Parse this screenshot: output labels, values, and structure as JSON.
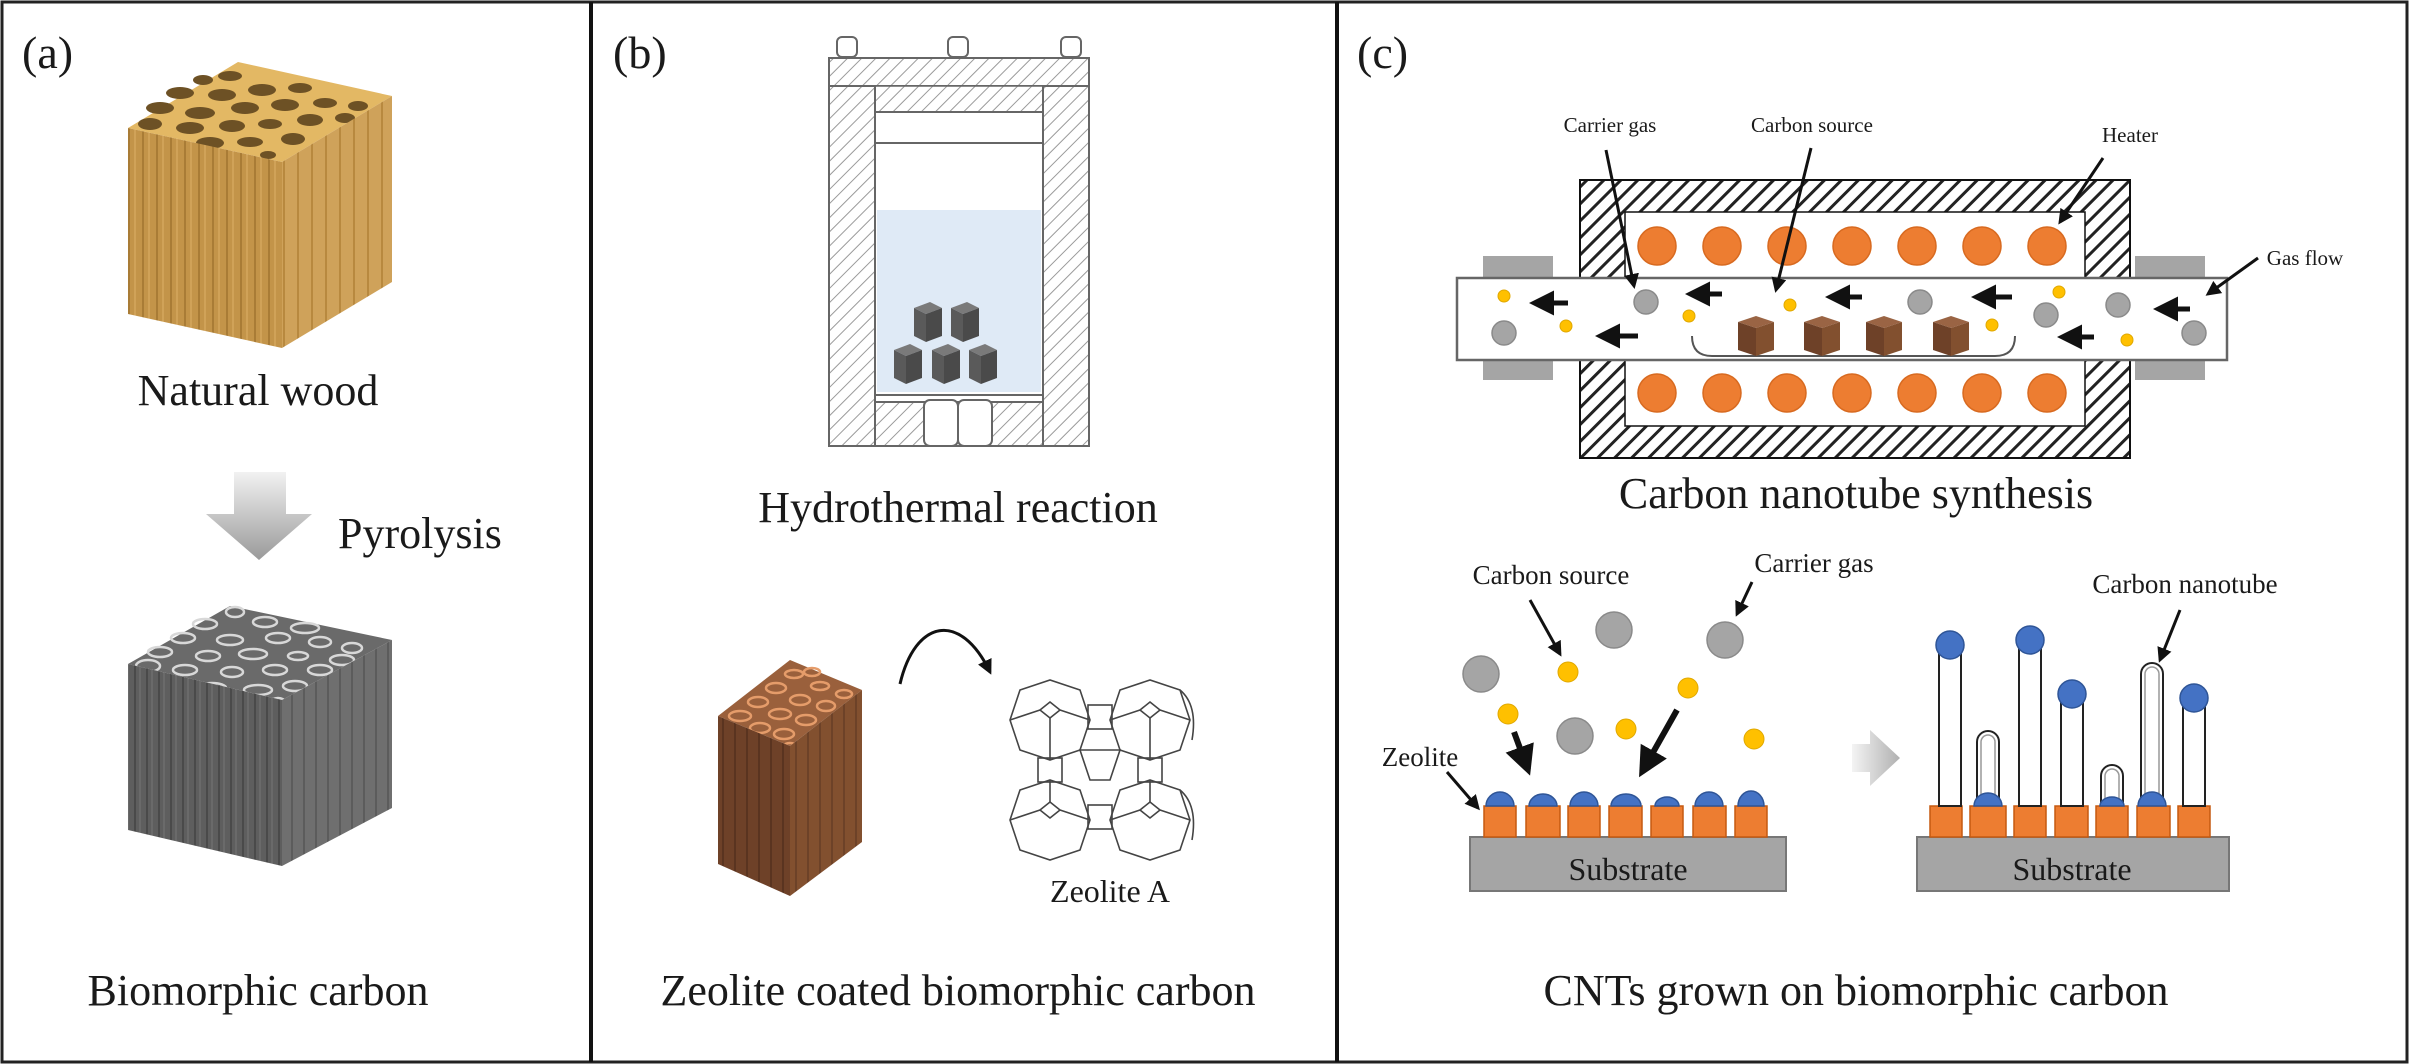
{
  "figure": {
    "panels": [
      {
        "id": "a",
        "letter": "(a)",
        "top_label": "Natural wood",
        "process_label": "Pyrolysis",
        "bottom_label": "Biomorphic carbon"
      },
      {
        "id": "b",
        "letter": "(b)",
        "top_label": "Hydrothermal reaction",
        "structure_label": "Zeolite A",
        "bottom_label": "Zeolite coated biomorphic carbon"
      },
      {
        "id": "c",
        "letter": "(c)",
        "furnace": {
          "title": "Carbon nanotube synthesis",
          "labels": {
            "carrier_gas": "Carrier gas",
            "carbon_source": "Carbon source",
            "heater": "Heater",
            "gas_flow": "Gas flow"
          }
        },
        "growth": {
          "labels": {
            "carbon_source": "Carbon source",
            "carrier_gas": "Carrier gas",
            "zeolite": "Zeolite",
            "carbon_nanotube": "Carbon nanotube",
            "substrate_before": "Substrate",
            "substrate_after": "Substrate"
          },
          "caption": "CNTs grown on biomorphic carbon",
          "cnt_heights": [
            {
              "type": "tip-catalyst"
            },
            {
              "type": "base-catalyst"
            },
            {
              "type": "tip-catalyst"
            },
            {
              "type": "tip-catalyst"
            },
            {
              "type": "base-catalyst"
            },
            {
              "type": "base-catalyst"
            },
            {
              "type": "tip-catalyst"
            }
          ]
        }
      }
    ],
    "colors": {
      "wood": "#c49a52",
      "wood_top": "#e2b660",
      "carbon": "#6b6b6b",
      "coated": "#7a4a31",
      "heater": "#ed7d31",
      "carbon_source_particle": "#ffc000",
      "carrier_gas_particle": "#a5a5a5",
      "catalyst": "#4472c4",
      "zeolite_block": "#ed7d31",
      "substrate": "#a5a5a5",
      "solution": "#dfeaf6",
      "sample_cube": "#595959"
    }
  }
}
